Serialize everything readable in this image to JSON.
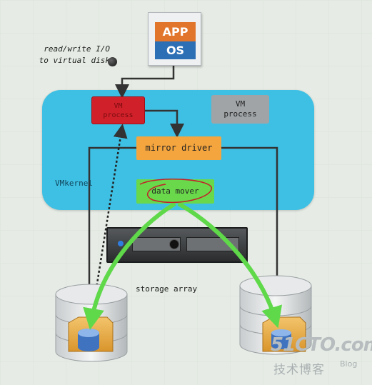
{
  "app_os": {
    "app_label": "APP",
    "os_label": "OS"
  },
  "io_label": {
    "line1": "read/write I/O",
    "line2": "to virtual disk"
  },
  "vm_process_active": {
    "line1": "VM",
    "line2": "process"
  },
  "vm_process_other": {
    "line1": "VM",
    "line2": "process"
  },
  "mirror_driver": {
    "label": "mirror driver"
  },
  "vmkernel": {
    "label": "VMkernel"
  },
  "data_mover": {
    "label": "data mover"
  },
  "storage": {
    "label": "storage array"
  },
  "watermark": {
    "brand": "51CTO.com",
    "sub": "技术博客",
    "blog": "Blog"
  },
  "colors": {
    "vmkernel": "#3ec0e4",
    "vm_active": "#d0212a",
    "vm_inactive": "#a0a4a7",
    "mirror_driver": "#f4a53e",
    "data_mover": "#69d84a",
    "copy_arrow": "#5fd94a",
    "app": "#e2752c",
    "os": "#2d6fb5"
  }
}
